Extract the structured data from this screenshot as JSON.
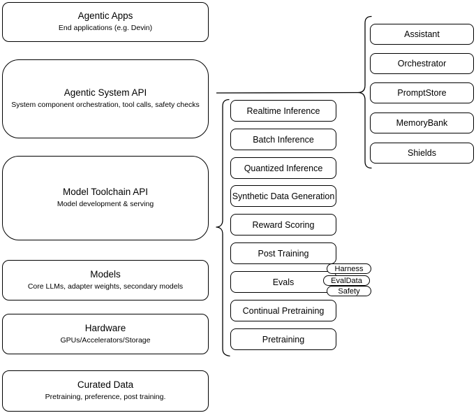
{
  "diagram": {
    "layers": [
      {
        "title": "Agentic Apps",
        "subtitle": "End applications (e.g. Devin)"
      },
      {
        "title": "Agentic System API",
        "subtitle": "System component orchestration, tool calls, safety checks"
      },
      {
        "title": "Model Toolchain API",
        "subtitle": "Model development & serving"
      },
      {
        "title": "Models",
        "subtitle": "Core LLMs, adapter weights, secondary models"
      },
      {
        "title": "Hardware",
        "subtitle": "GPUs/Accelerators/Storage"
      },
      {
        "title": "Curated Data",
        "subtitle": "Pretraining, preference, post training."
      }
    ],
    "toolchain_components": [
      "Realtime Inference",
      "Batch Inference",
      "Quantized Inference",
      "Synthetic Data Generation",
      "Reward Scoring",
      "Post Training",
      "Evals",
      "Continual Pretraining",
      "Pretraining"
    ],
    "evals_tags": [
      "Harness",
      "EvalData",
      "Safety"
    ],
    "system_components": [
      "Assistant",
      "Orchestrator",
      "PromptStore",
      "MemoryBank",
      "Shields"
    ],
    "colors": {
      "stroke": "#000000",
      "fill": "#ffffff",
      "background": "#ffffff"
    }
  }
}
